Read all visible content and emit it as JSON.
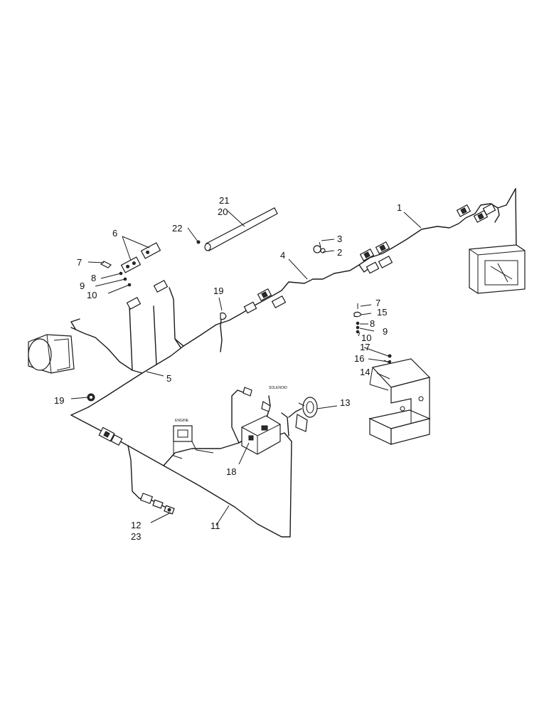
{
  "callouts": {
    "c1": "1",
    "c2": "2",
    "c3": "3",
    "c4": "4",
    "c5": "5",
    "c6": "6",
    "c7a": "7",
    "c7b": "7",
    "c8a": "8",
    "c8b": "8",
    "c9a": "9",
    "c9b": "9",
    "c10a": "10",
    "c10b": "10",
    "c11": "11",
    "c12": "12",
    "c13": "13",
    "c14": "14",
    "c15": "15",
    "c16": "16",
    "c17": "17",
    "c18": "18",
    "c19a": "19",
    "c19b": "19",
    "c20": "20",
    "c21": "21",
    "c22": "22",
    "c23": "23"
  },
  "component_labels": {
    "solenoid": "SOLENOID",
    "engine": "ENGINE"
  }
}
